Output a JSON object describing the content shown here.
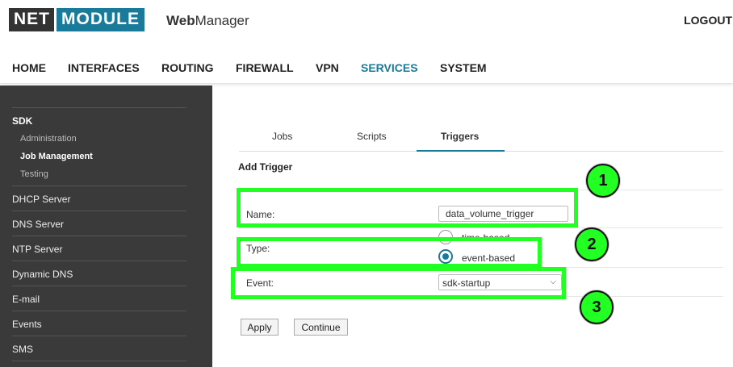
{
  "header": {
    "logo_left": "NET",
    "logo_right": "MODULE",
    "app_name_bold": "Web",
    "app_name_rest": "Manager",
    "logout_label": "LOGOUT"
  },
  "topnav": {
    "items": [
      "HOME",
      "INTERFACES",
      "ROUTING",
      "FIREWALL",
      "VPN",
      "SERVICES",
      "SYSTEM"
    ],
    "active": "SERVICES"
  },
  "sidebar": {
    "section": "SDK",
    "sub_items": [
      "Administration",
      "Job Management",
      "Testing"
    ],
    "active_sub": "Job Management",
    "items": [
      "DHCP Server",
      "DNS Server",
      "NTP Server",
      "Dynamic DNS",
      "E-mail",
      "Events",
      "SMS"
    ]
  },
  "tabs": {
    "items": [
      "Jobs",
      "Scripts",
      "Triggers"
    ],
    "active": "Triggers"
  },
  "form": {
    "title": "Add Trigger",
    "name_label": "Name:",
    "name_value": "data_volume_trigger",
    "type_label": "Type:",
    "type_options": [
      "time-based",
      "event-based"
    ],
    "type_selected": "event-based",
    "event_label": "Event:",
    "event_value": "sdk-startup",
    "apply_label": "Apply",
    "continue_label": "Continue"
  },
  "annotations": {
    "badges": [
      "1",
      "2",
      "3"
    ],
    "highlight_color": "#22ff22"
  },
  "colors": {
    "accent": "#1a7a99",
    "sidebar_bg": "#3a3a3a"
  }
}
